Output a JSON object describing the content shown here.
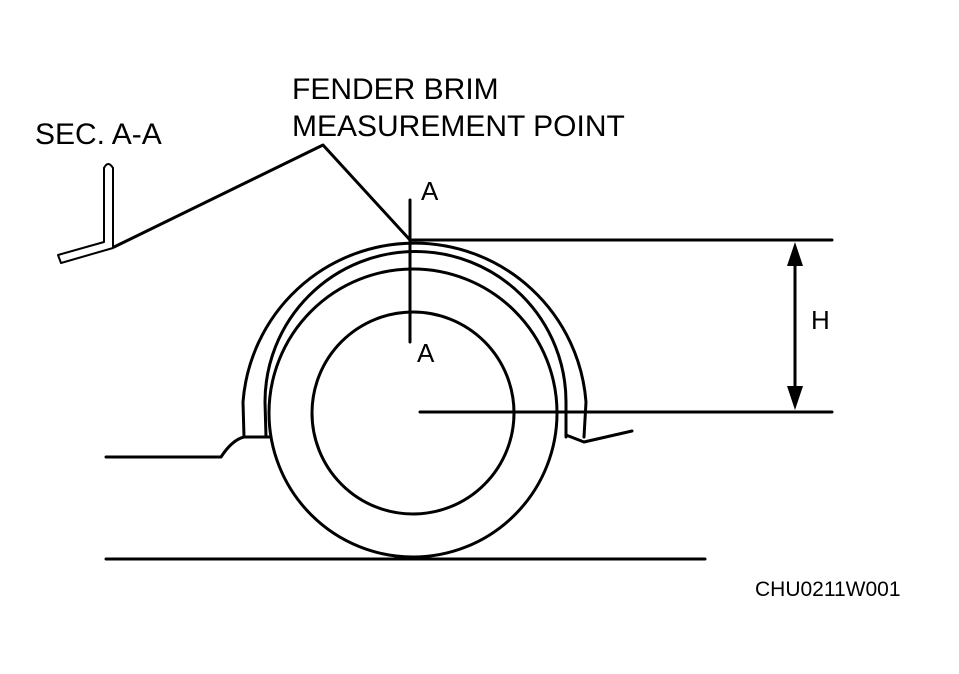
{
  "labels": {
    "fender_brim_line1": "FENDER BRIM",
    "fender_brim_line2": "MEASUREMENT POINT",
    "section": "SEC. A-A",
    "section_mark_top": "A",
    "section_mark_bottom": "A",
    "height": "H",
    "figure_code": "CHU0211W001"
  },
  "colors": {
    "line": "#000000",
    "background": "#ffffff"
  }
}
